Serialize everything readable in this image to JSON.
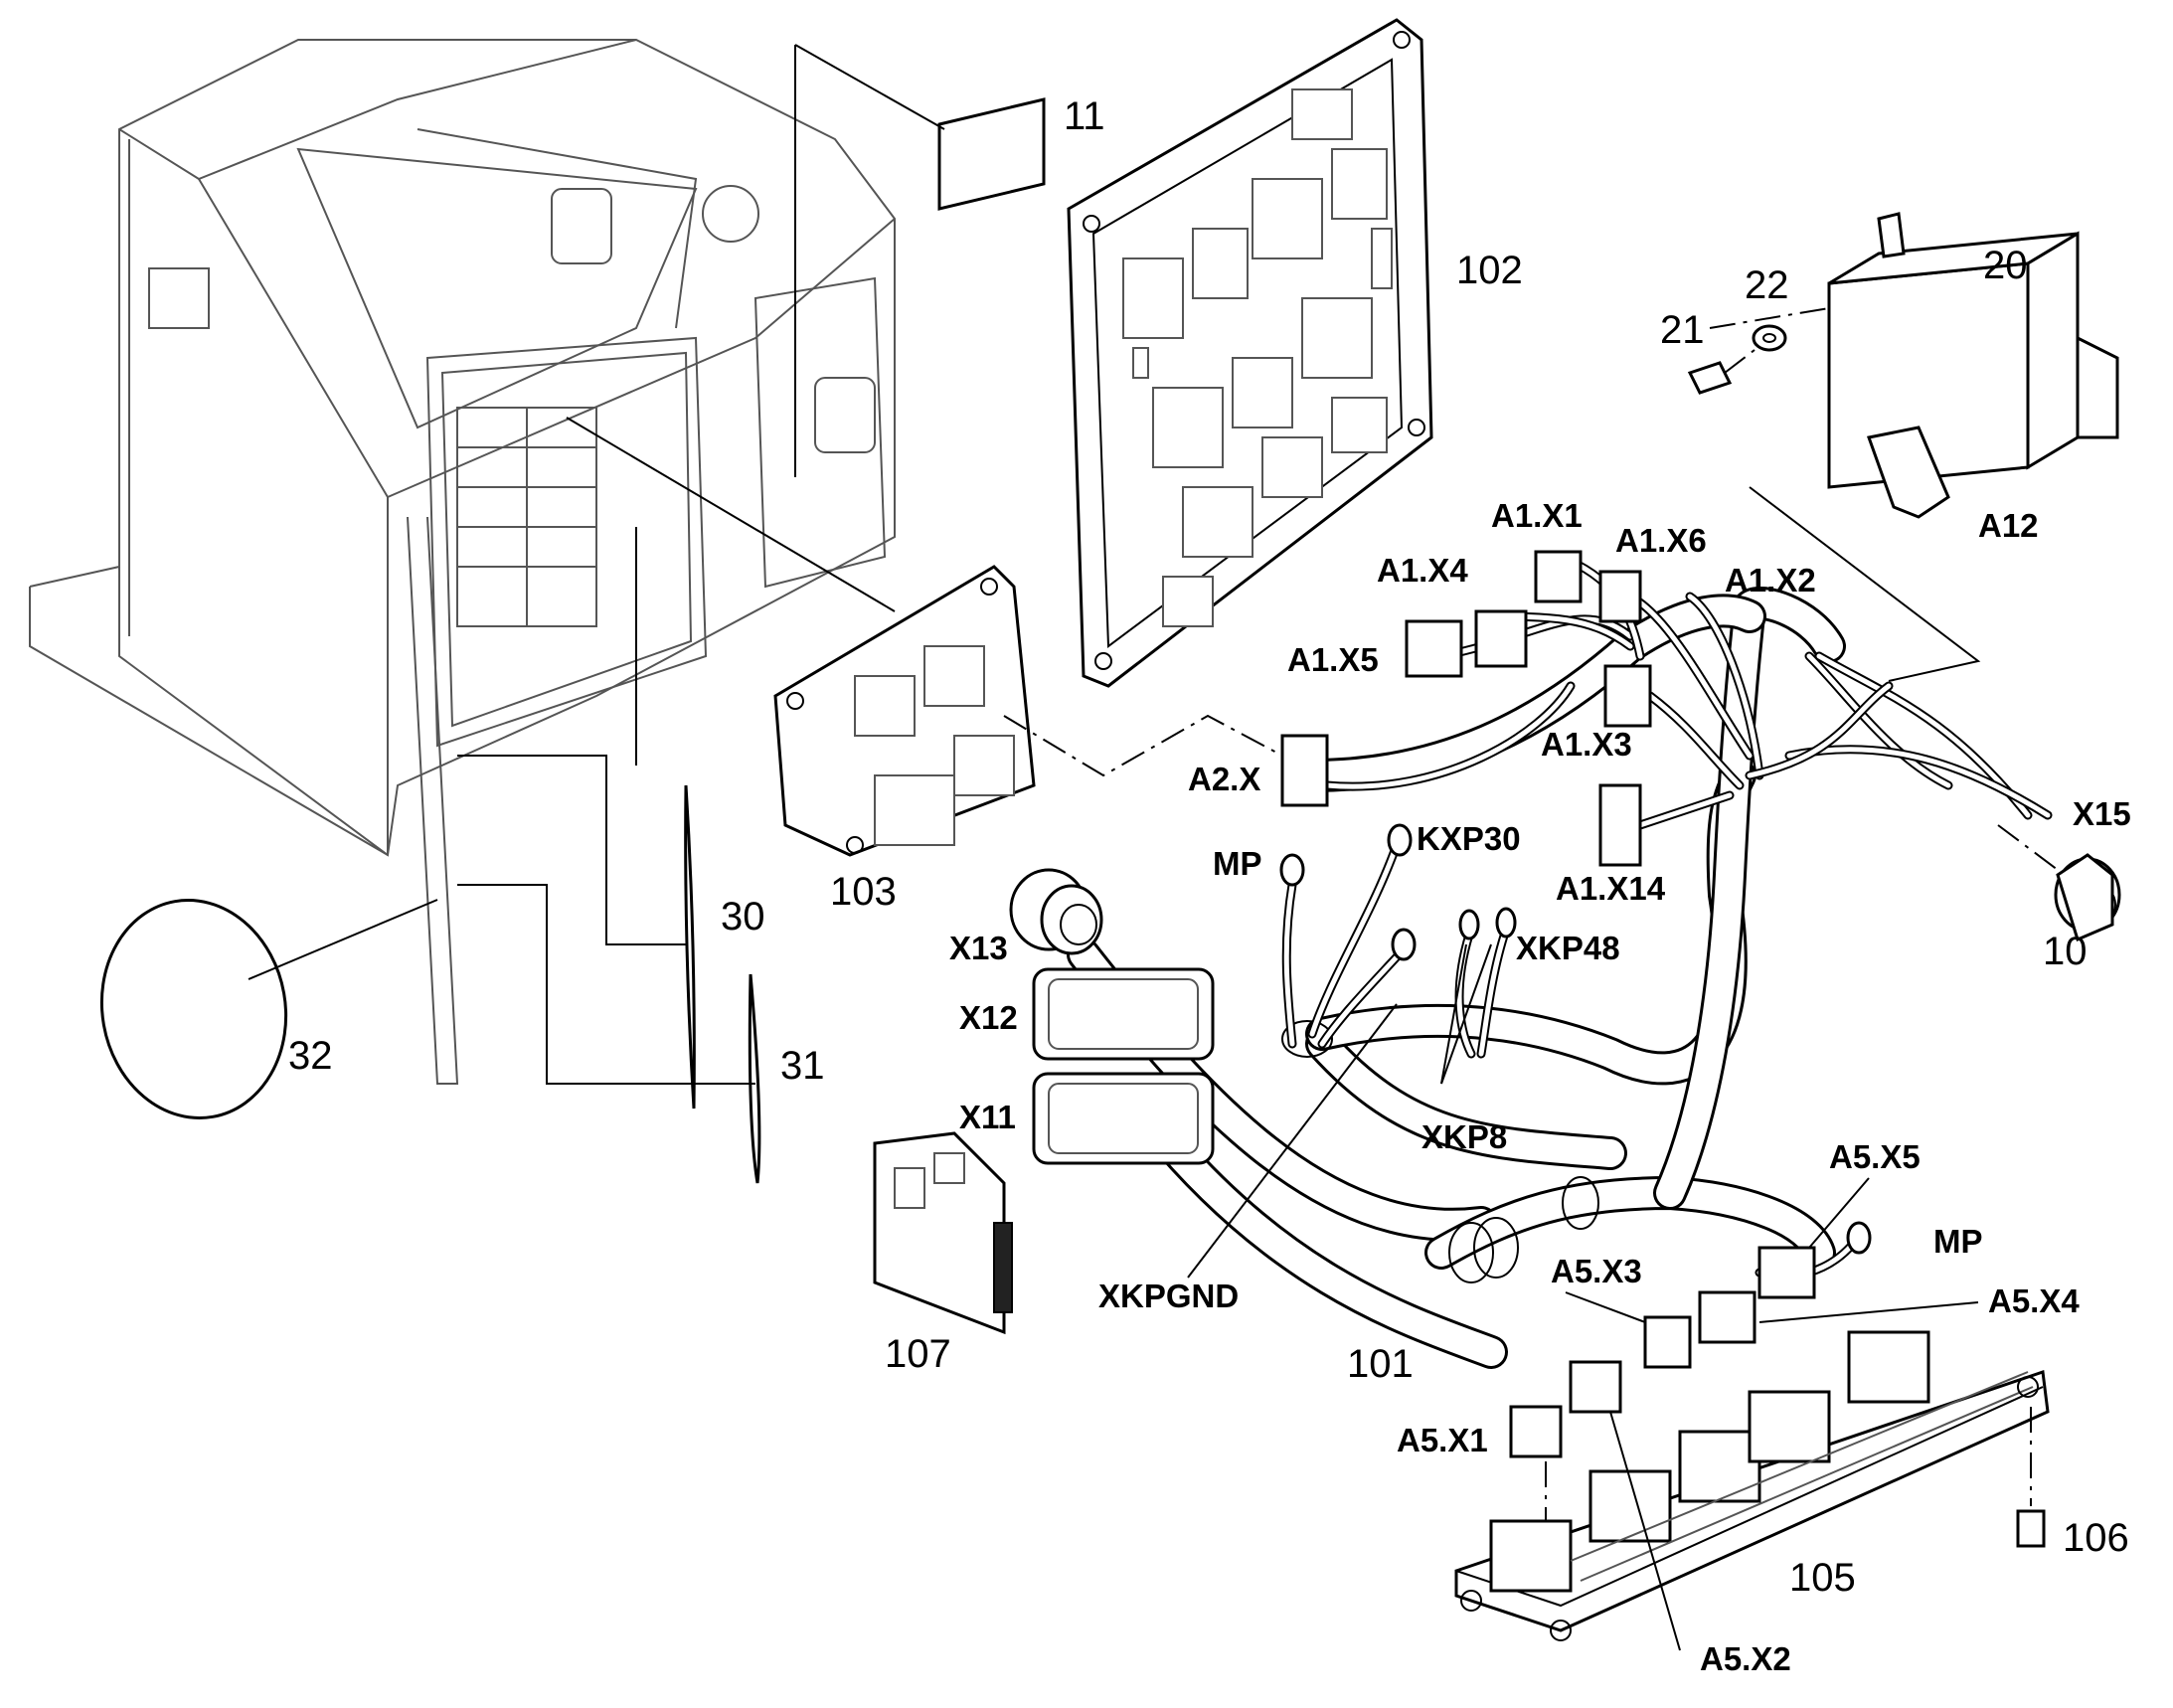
{
  "part_numbers": {
    "p10": "10",
    "p11": "11",
    "p20": "20",
    "p21": "21",
    "p22": "22",
    "p30": "30",
    "p31": "31",
    "p32": "32",
    "p101": "101",
    "p102": "102",
    "p103": "103",
    "p105": "105",
    "p106": "106",
    "p107": "107"
  },
  "connectors": {
    "a1x1": "A1.X1",
    "a1x2": "A1.X2",
    "a1x3": "A1.X3",
    "a1x4": "A1.X4",
    "a1x5": "A1.X5",
    "a1x6": "A1.X6",
    "a1x14": "A1.X14",
    "a2x": "A2.X",
    "a12": "A12",
    "x15": "X15",
    "x13": "X13",
    "x12": "X12",
    "x11": "X11",
    "mp_top": "MP",
    "mp_right": "MP",
    "kxp30": "KXP30",
    "xkp48": "XKP48",
    "xkp8": "XKP8",
    "xkpgnd": "XKPGND",
    "a5x1": "A5.X1",
    "a5x2": "A5.X2",
    "a5x3": "A5.X3",
    "a5x4": "A5.X4",
    "a5x5": "A5.X5"
  },
  "colors": {
    "line": "#000000",
    "ghost": "#555555",
    "background": "#ffffff"
  }
}
